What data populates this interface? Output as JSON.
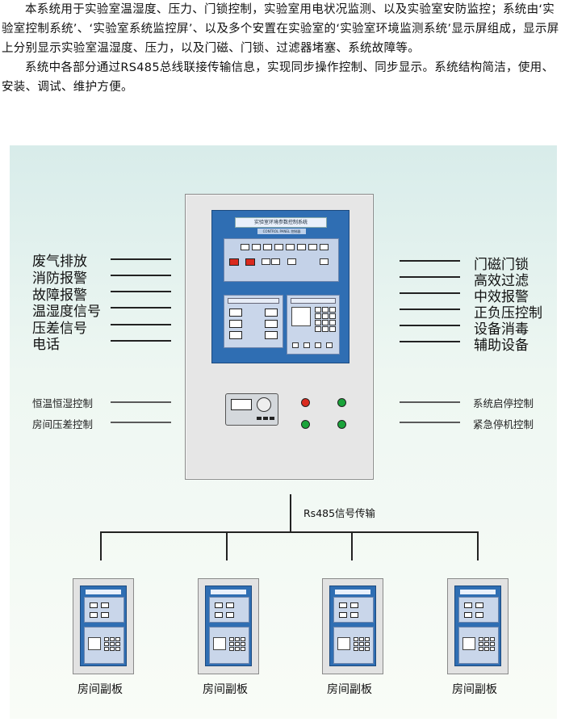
{
  "intro": {
    "paragraph1": "本系统用于实验室温湿度、压力、门锁控制，实验室用电状况监测、以及实验室安防监控；系统由‘实验室控制系统’、‘实验室系统监控屏’、以及多个安置在实验室的‘实验室环境监测系统’显示屏组成，显示屏上分别显示实验室温湿度、压力，以及门磁、门锁、过滤器堵塞、系统故障等。",
    "paragraph2": "系统中各部分通过RS485总线联接传输信息，实现同步操作控制、同步显示。系统结构简洁，使用、安装、调试、维护方便。"
  },
  "main_panel": {
    "screen_title": "实验室环境参数控制系统",
    "control_panel_label": "CONTROL PANEL 控制器"
  },
  "left_signals": [
    "废气排放",
    "消防报警",
    "故障报警",
    "温湿度信号",
    "压差信号",
    "电话"
  ],
  "right_signals": [
    "门磁门锁",
    "高效过滤",
    "中效报警",
    "正负压控制",
    "设备消毒",
    "辅助设备"
  ],
  "left_controls": [
    "恒温恒湿控制",
    "房间压差控制"
  ],
  "right_controls": [
    "系统启停控制",
    "紧急停机控制"
  ],
  "bus": {
    "label": "Rs485信号传输"
  },
  "sub_panels": [
    {
      "caption": "房间副板"
    },
    {
      "caption": "房间副板"
    },
    {
      "caption": "房间副板"
    },
    {
      "caption": "房间副板"
    }
  ],
  "colors": {
    "screen_blue": "#2f6eb3",
    "indicator_red": "#d92a1e",
    "indicator_green": "#1aa33a",
    "background_tint": "#d8ecea"
  }
}
